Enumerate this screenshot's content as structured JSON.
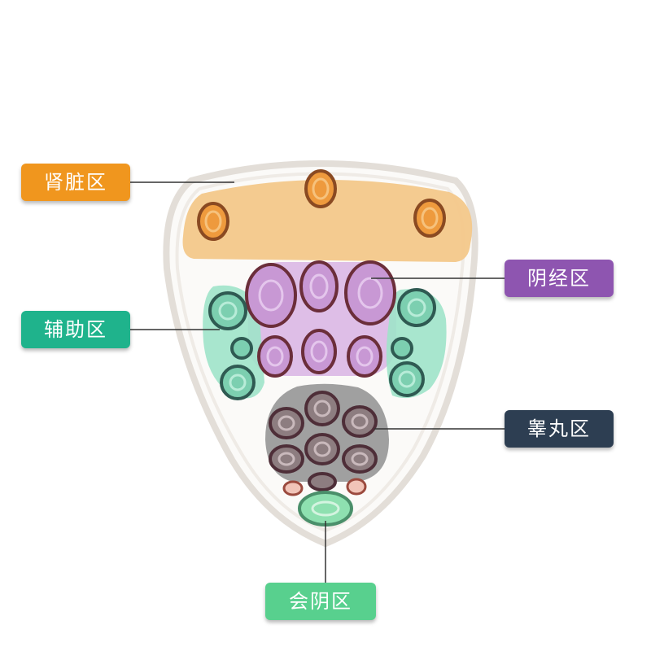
{
  "zones": [
    {
      "id": "kidney",
      "label": "肾脏区",
      "color": "#f0961e"
    },
    {
      "id": "penis",
      "label": "阴经区",
      "color": "#8e55b0"
    },
    {
      "id": "auxiliary",
      "label": "辅助区",
      "color": "#1fb38c"
    },
    {
      "id": "testis",
      "label": "睾丸区",
      "color": "#2d3e52"
    },
    {
      "id": "perineum",
      "label": "会阴区",
      "color": "#58d08e"
    }
  ],
  "colors": {
    "kidney_fill": "#f3c88a",
    "penis_fill": "#d9b4e4",
    "auxiliary_fill": "#8ee0c2",
    "testis_fill": "#9a9a9a",
    "perineum_fill": "#8ee0b0",
    "outline": "#e8e4e0",
    "point_ring": "#6b2e3a"
  }
}
